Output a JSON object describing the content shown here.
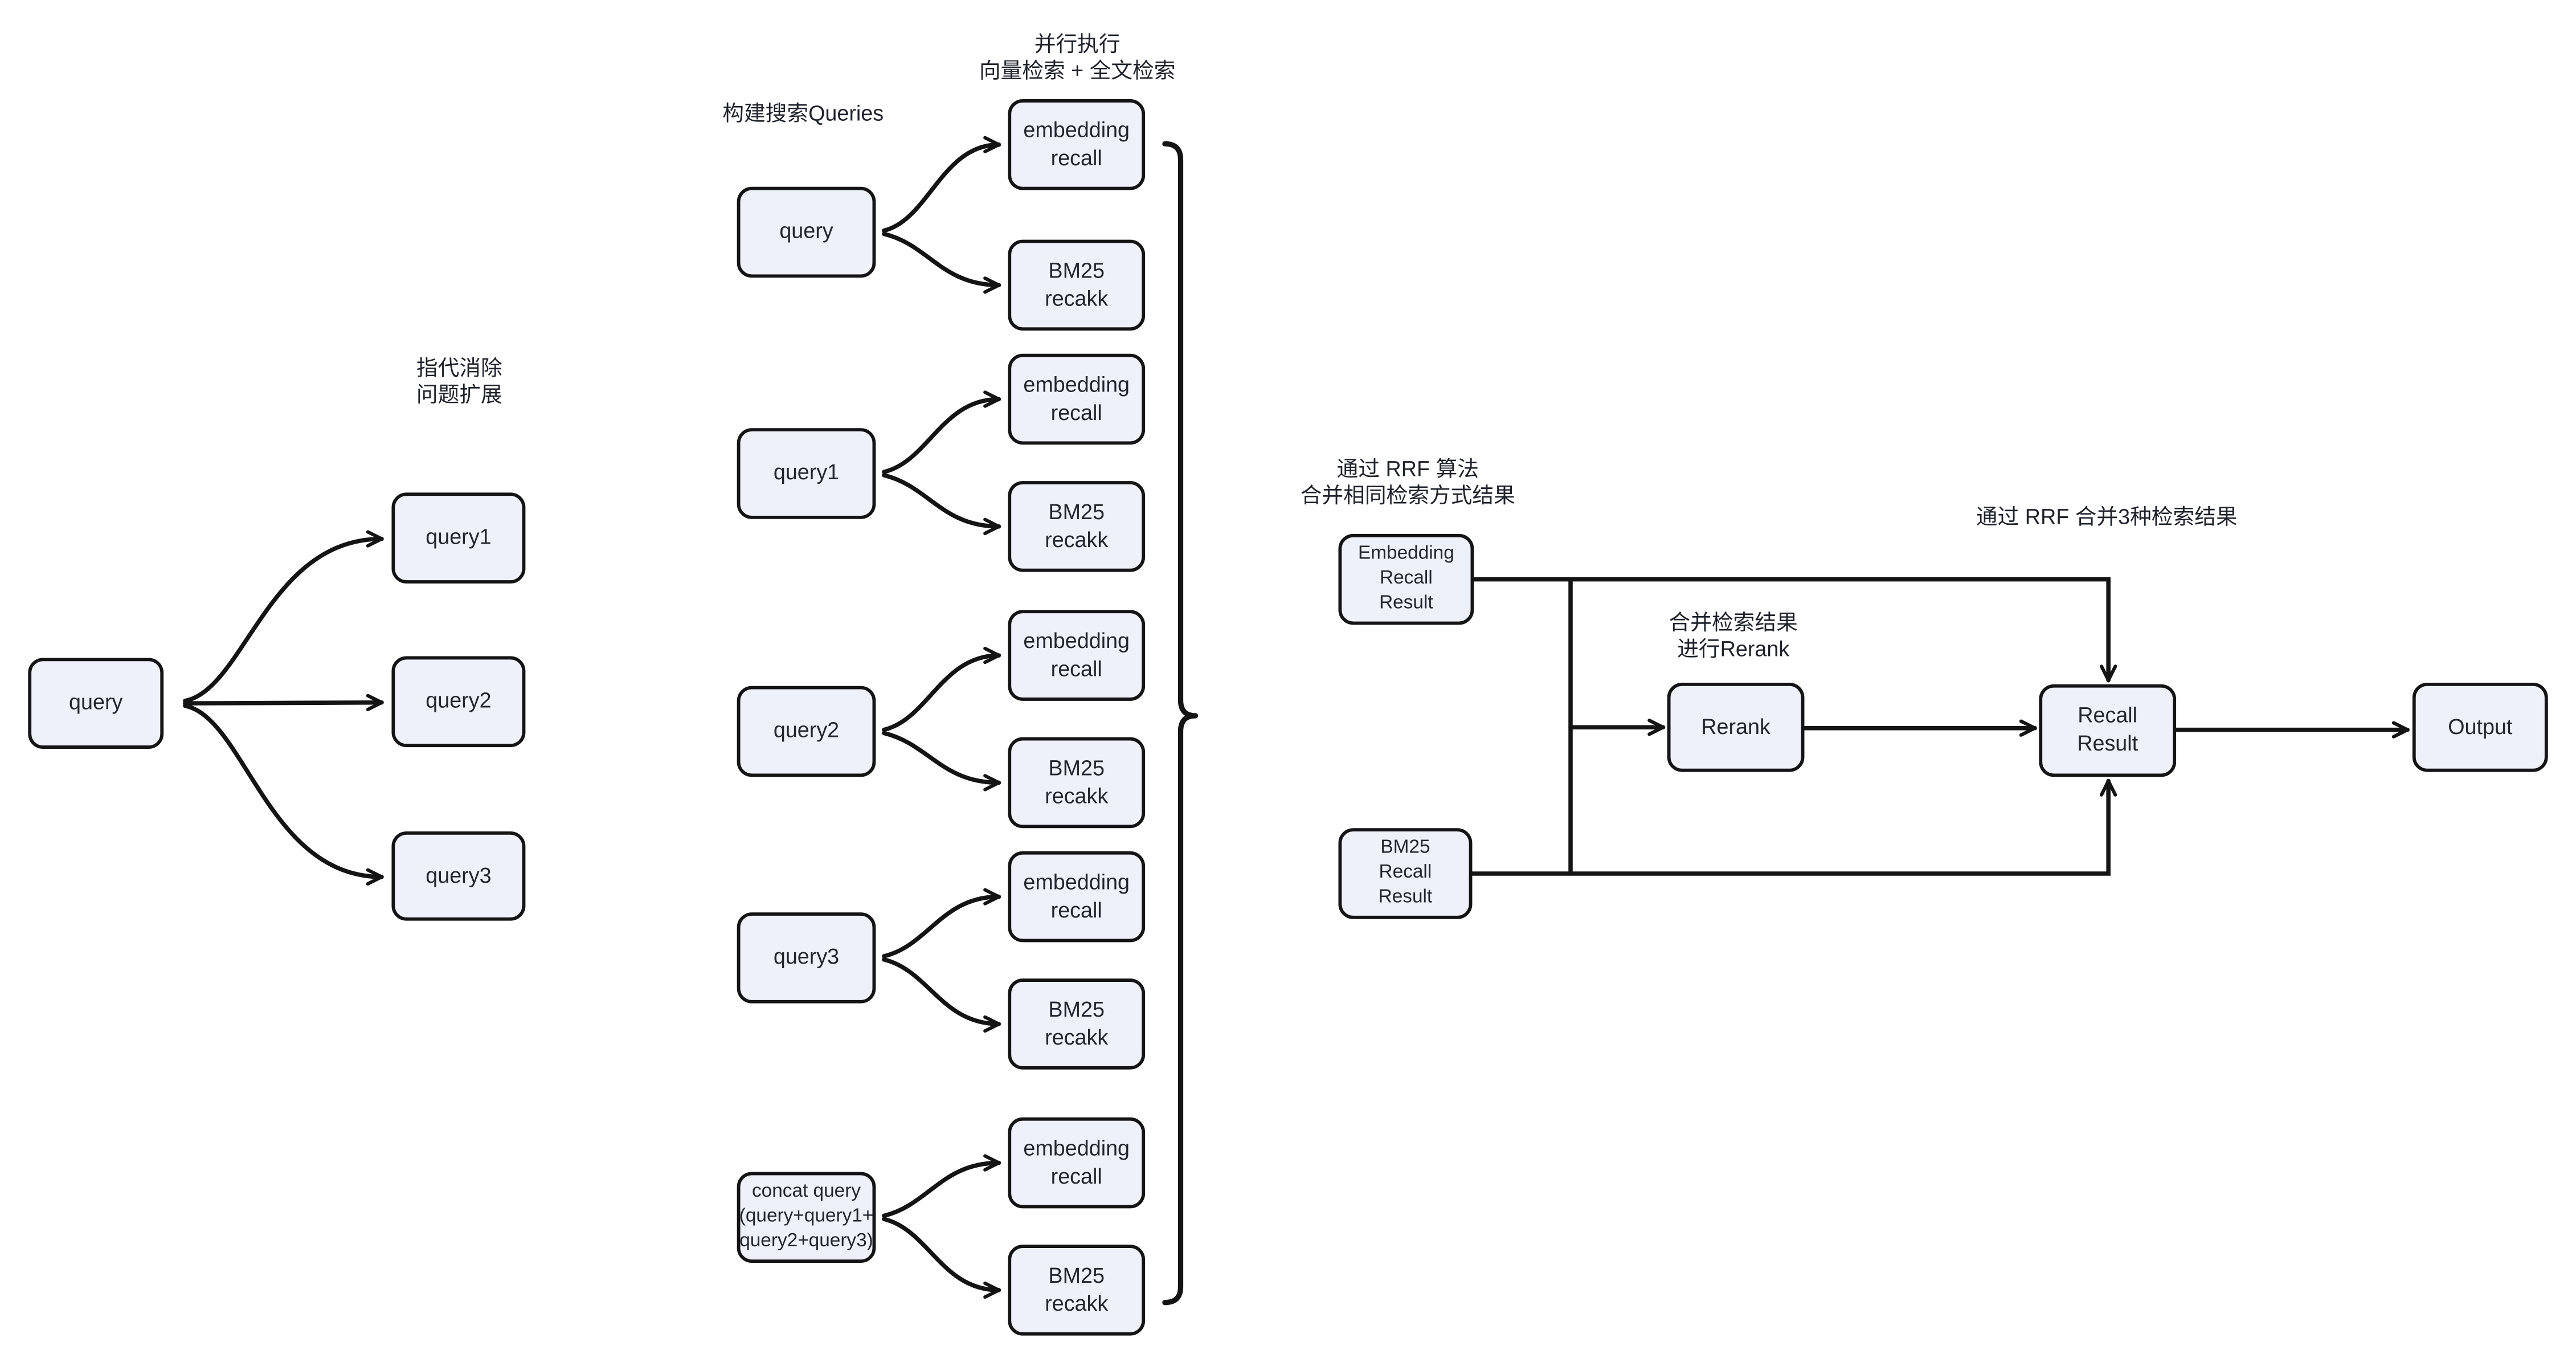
{
  "diagram": {
    "colors": {
      "node_fill": "#eef1fa",
      "node_stroke": "#141414",
      "text": "#21262f",
      "background": "#ffffff"
    },
    "annotations": {
      "coref_expand": "指代消除\n问题扩展",
      "build_queries": "构建搜索Queries",
      "parallel_exec": "并行执行\n向量检索 + 全文检索",
      "rrf_same_method": "通过 RRF 算法\n合并相同检索方式结果",
      "rrf_three_results": "通过 RRF 合并3种检索结果",
      "merge_rerank": "合并检索结果\n进行Rerank"
    },
    "nodes": {
      "left_query": "query",
      "left_query1": "query1",
      "left_query2": "query2",
      "left_query3": "query3",
      "mid_query": "query",
      "mid_query1": "query1",
      "mid_query2": "query2",
      "mid_query3": "query3",
      "concat_query": "concat query\n(query+query1+\nquery2+query3)",
      "embedding_recall": "embedding\nrecall",
      "bm25_recall": "BM25\nrecakk",
      "embedding_recall_result": "Embedding\nRecall\nResult",
      "bm25_recall_result": "BM25\nRecall\nResult",
      "rerank": "Rerank",
      "recall_result": "Recall\nResult",
      "output": "Output"
    }
  }
}
